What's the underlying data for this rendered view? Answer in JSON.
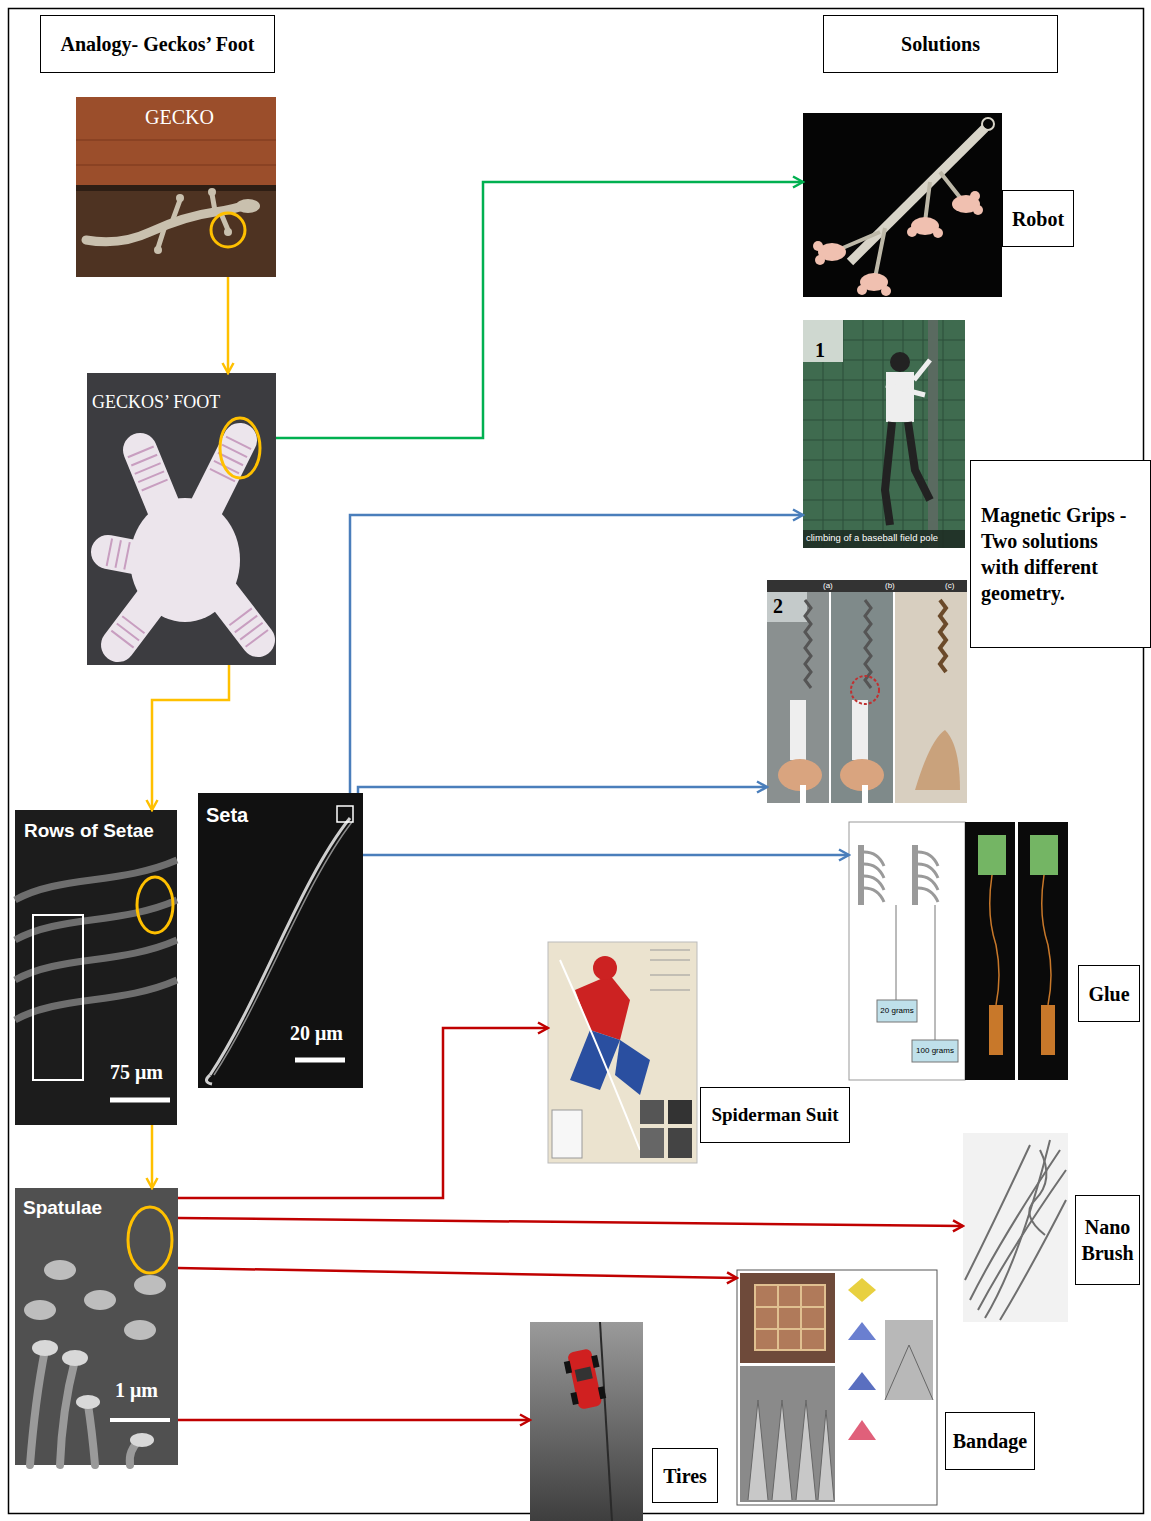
{
  "diagram": {
    "nodes": [
      {
        "text": [
          "Analogy- Geckos’ Foot"
        ]
      },
      {
        "text": [
          "Solutions"
        ]
      },
      {
        "text": [
          "GECKO"
        ]
      },
      {
        "text": [
          "GECKOS’ FOOT"
        ]
      },
      {
        "text": [
          "Rows of Setae",
          "75 μm"
        ]
      },
      {
        "text": [
          "Seta",
          "20 μm"
        ]
      },
      {
        "text": [
          "Spatulae",
          "1 μm"
        ]
      },
      {
        "text": [
          "Robot"
        ]
      },
      {
        "text": [
          "1",
          "climbing of a baseball field pole"
        ]
      },
      {
        "text": [
          "2",
          "(a)",
          "(b)",
          "(c)"
        ]
      },
      {
        "text": [
          "Magnetic Grips - Two solutions with different geometry."
        ]
      },
      {
        "text": [
          "20 grams",
          "100 grams",
          "Glue"
        ]
      },
      {
        "text": [
          "Spiderman Suit"
        ]
      },
      {
        "text": [
          "Nano Brush"
        ]
      },
      {
        "text": [
          "Bandage"
        ]
      },
      {
        "text": [
          "Tires"
        ]
      }
    ],
    "edges": [
      {
        "from": 2,
        "to": 3,
        "arrow": "to"
      },
      {
        "from": 3,
        "to": 4,
        "arrow": "to"
      },
      {
        "from": 4,
        "to": 6,
        "arrow": "to"
      },
      {
        "from": 3,
        "to": 7,
        "arrow": "to"
      },
      {
        "from": 5,
        "to": 8,
        "arrow": "to"
      },
      {
        "from": 5,
        "to": 9,
        "arrow": "to"
      },
      {
        "from": 5,
        "to": 11,
        "arrow": "to"
      },
      {
        "from": 6,
        "to": 12,
        "arrow": "to"
      },
      {
        "from": 6,
        "to": 13,
        "arrow": "to"
      },
      {
        "from": 6,
        "to": 14,
        "arrow": "to"
      },
      {
        "from": 6,
        "to": 15,
        "arrow": "to"
      }
    ]
  }
}
